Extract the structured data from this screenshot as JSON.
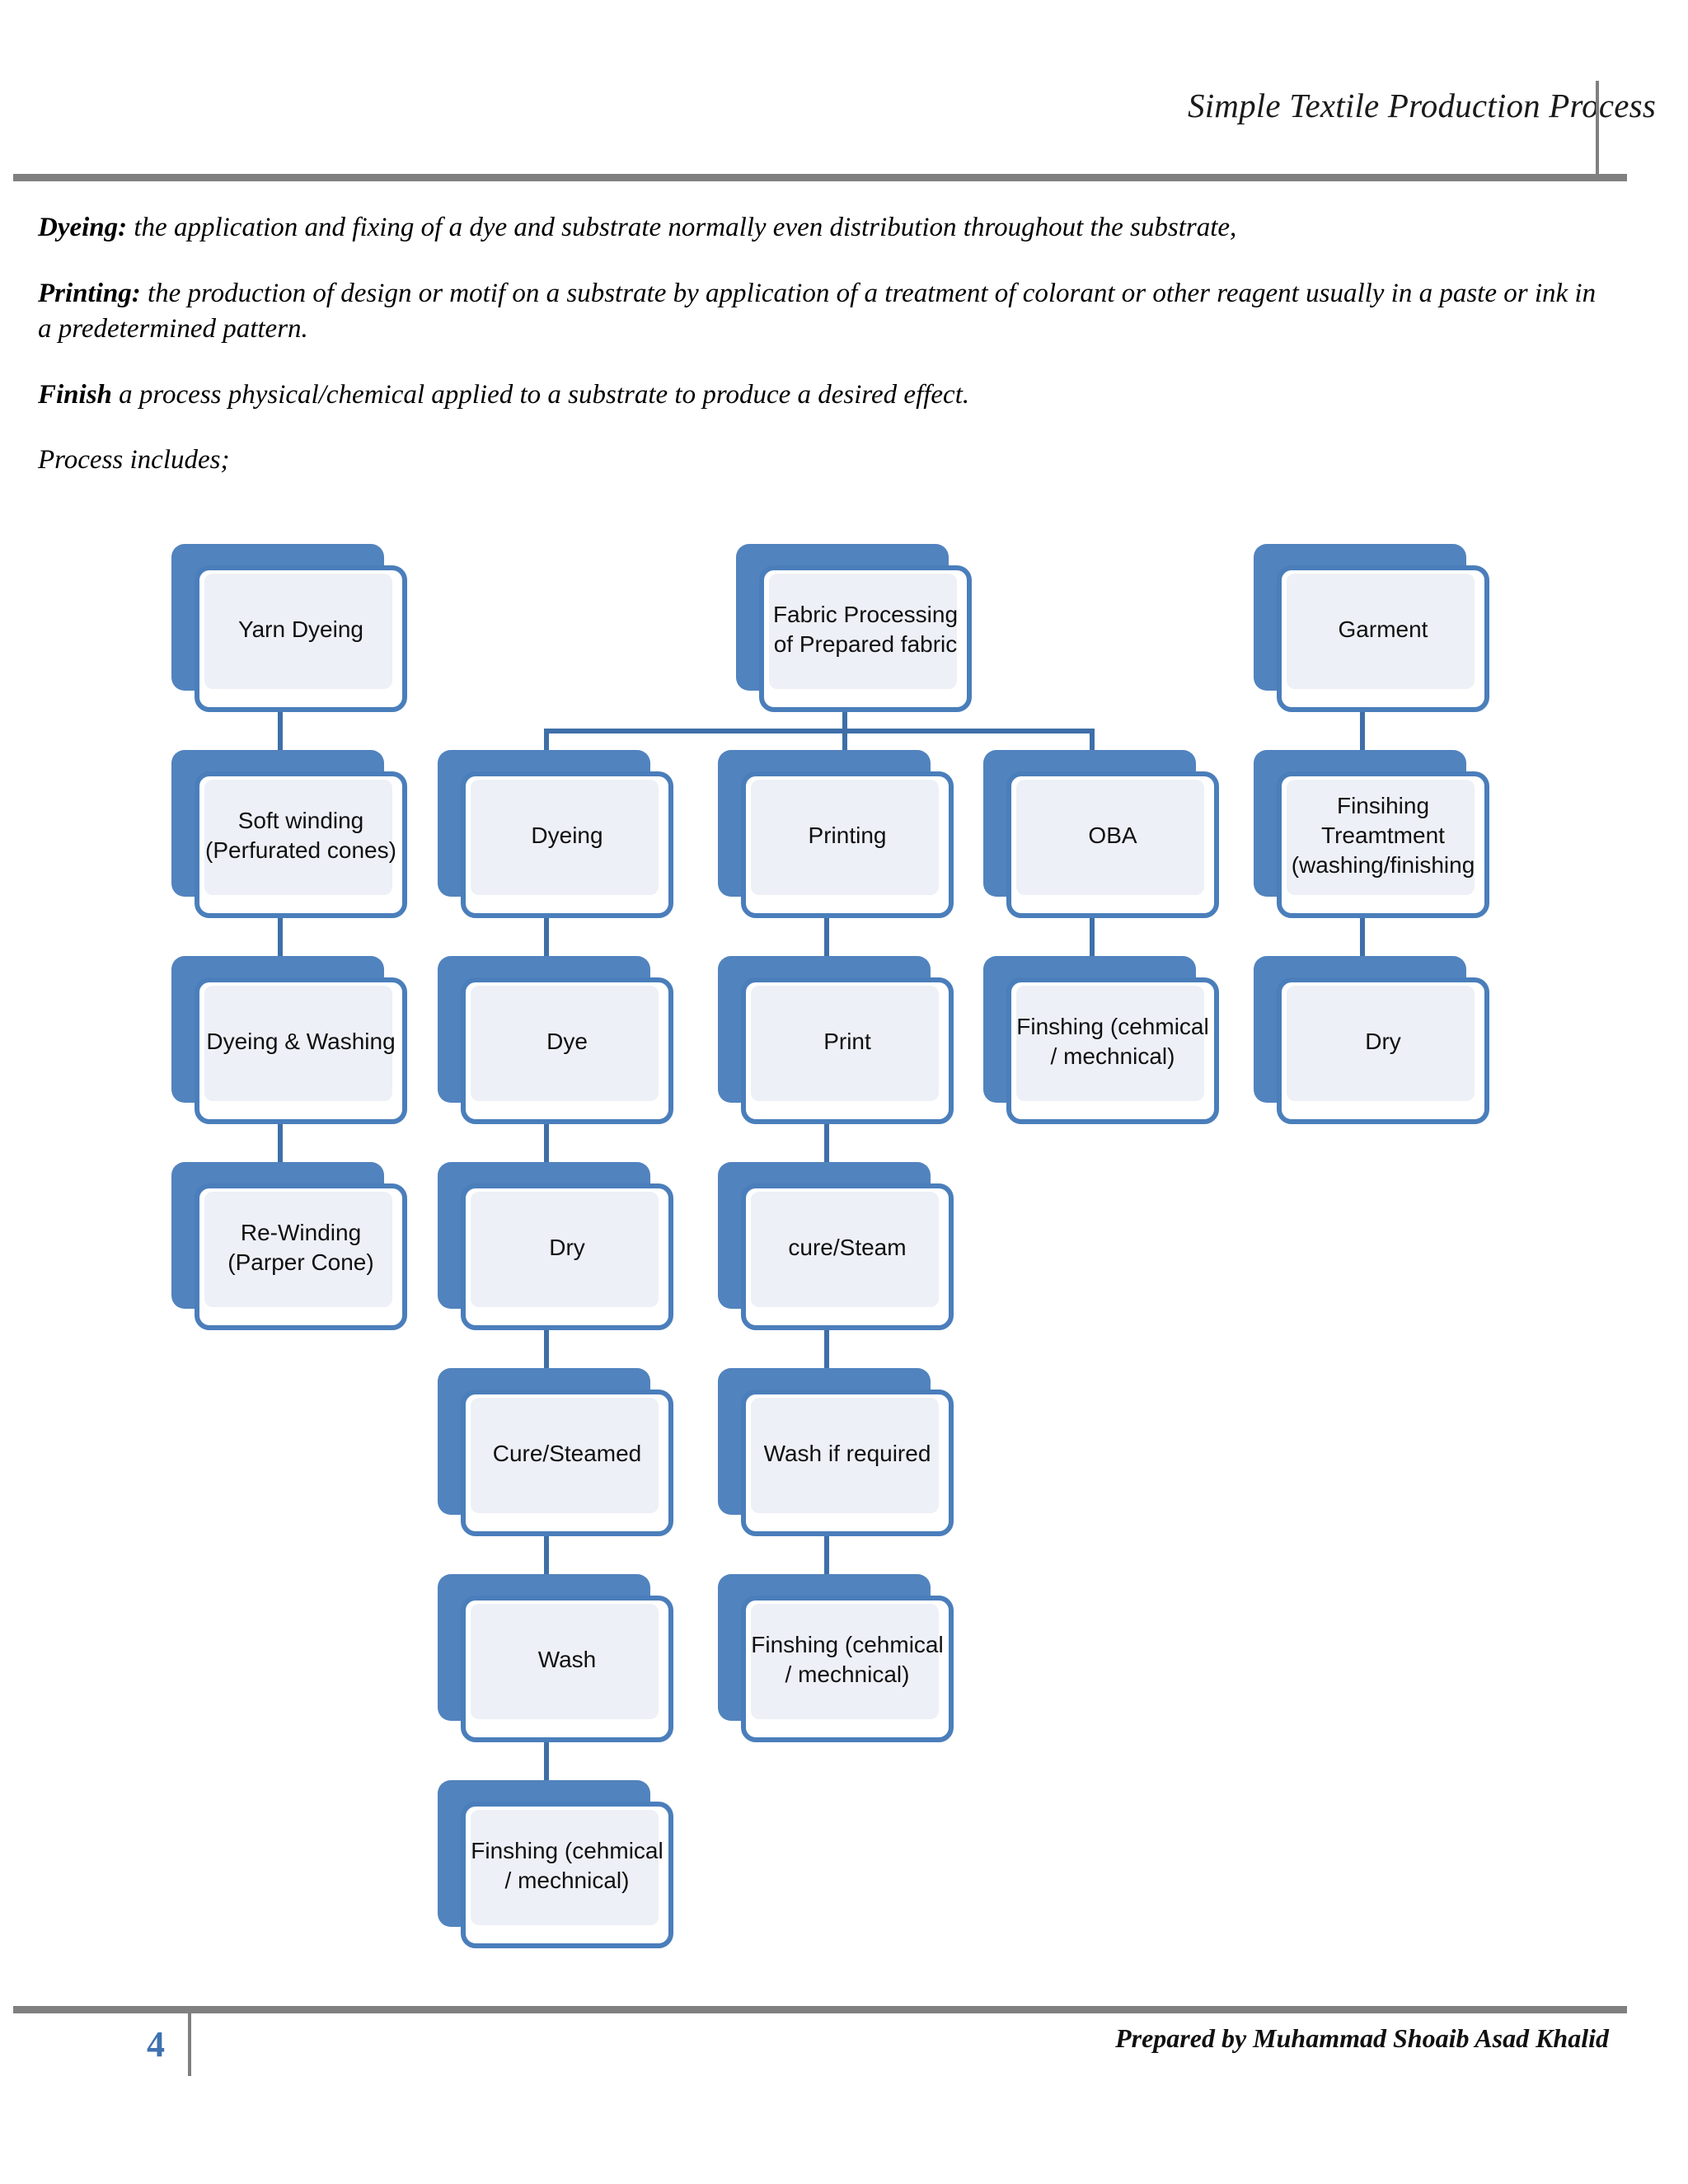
{
  "header": {
    "title": "Simple Textile Production Process"
  },
  "body": {
    "paragraphs": [
      {
        "lead": "Dyeing:",
        "text": " the application and fixing of a dye and substrate normally even distribution throughout the substrate,"
      },
      {
        "lead": "Printing:",
        "text": " the production of design or motif on a substrate by application of a treatment of colorant or other reagent usually in a paste or ink in a predetermined pattern."
      },
      {
        "lead": "Finish",
        "text": " a process physical/chemical applied to a substrate to produce a desired effect."
      },
      {
        "lead": "",
        "text": "Process includes;"
      }
    ]
  },
  "flowchart": {
    "type": "flow-diagram",
    "accent_color": "#4A7EBB",
    "shadow_color": "#5183BE",
    "inner_fill": "#EDF0F6",
    "connector_color": "#3E6FA8",
    "nodes": [
      {
        "id": "yarn-dyeing",
        "label": "Yarn Dyeing"
      },
      {
        "id": "fabric-processing",
        "label": "Fabric Processing\nof Prepared fabric"
      },
      {
        "id": "garment",
        "label": "Garment"
      },
      {
        "id": "soft-winding",
        "label": "Soft winding\n(Perfurated cones)"
      },
      {
        "id": "dyeing",
        "label": "Dyeing"
      },
      {
        "id": "printing",
        "label": "Printing"
      },
      {
        "id": "oba",
        "label": "OBA"
      },
      {
        "id": "finsihing-treamtment",
        "label": "Finsihing\nTreamtment\n(washing/finishing"
      },
      {
        "id": "dyeing-and-washing",
        "label": "Dyeing & Washing"
      },
      {
        "id": "dye",
        "label": "Dye"
      },
      {
        "id": "print",
        "label": "Print"
      },
      {
        "id": "finshing-oba",
        "label": "Finshing (cehmical\n/ mechnical)"
      },
      {
        "id": "dry-garment",
        "label": "Dry"
      },
      {
        "id": "re-winding",
        "label": "Re-Winding\n(Parper Cone)"
      },
      {
        "id": "dry-dyeing",
        "label": "Dry"
      },
      {
        "id": "cure-steam",
        "label": "cure/Steam"
      },
      {
        "id": "cure-steamed",
        "label": "Cure/Steamed"
      },
      {
        "id": "wash-if-required",
        "label": "Wash if required"
      },
      {
        "id": "wash",
        "label": "Wash"
      },
      {
        "id": "finshing-print",
        "label": "Finshing (cehmical\n/ mechnical)"
      },
      {
        "id": "finshing-dyeing",
        "label": "Finshing (cehmical\n/ mechnical)"
      }
    ]
  },
  "footer": {
    "page_number": "4",
    "credit": "Prepared by Muhammad Shoaib Asad Khalid"
  }
}
